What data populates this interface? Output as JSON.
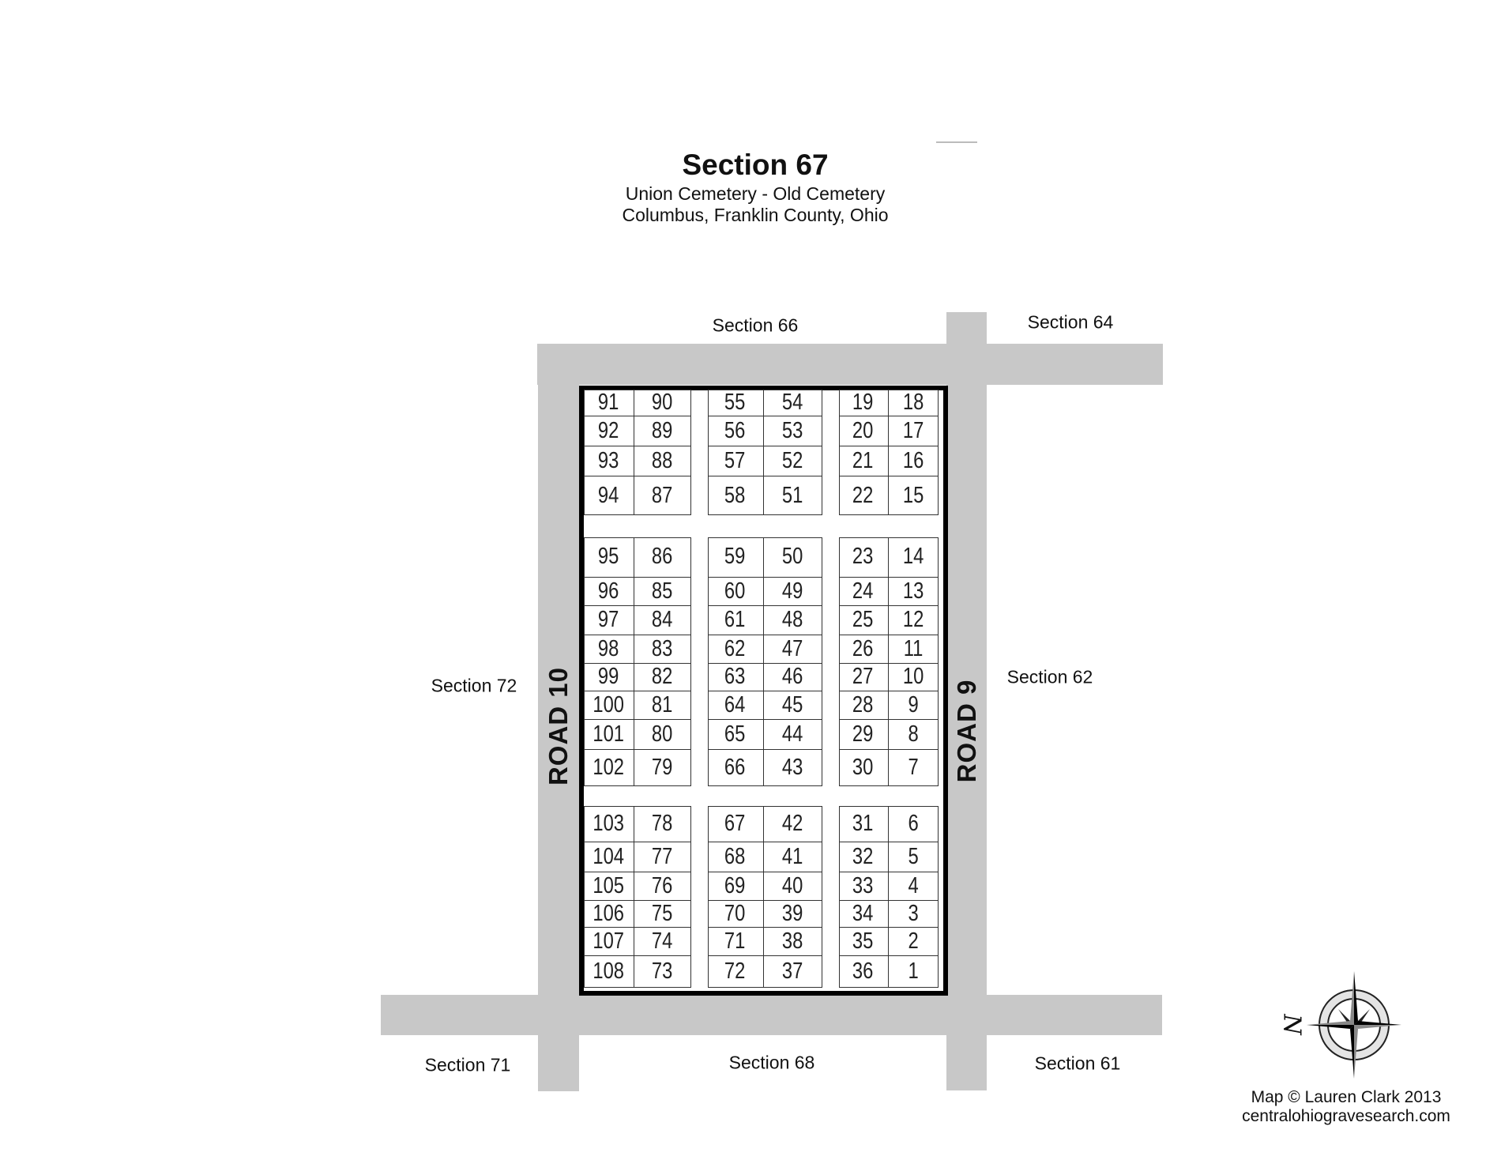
{
  "header": {
    "title": "Section 67",
    "subtitle_1": "Union Cemetery - Old Cemetery",
    "subtitle_2": "Columbus, Franklin County, Ohio"
  },
  "neighbors": {
    "north": "Section 66",
    "northeast": "Section 64",
    "west": "Section 72",
    "east": "Section 62",
    "southwest": "Section 71",
    "south": "Section 68",
    "southeast": "Section 61"
  },
  "roads": {
    "west": "ROAD 10",
    "east": "ROAD 9"
  },
  "plot_blocks": [
    {
      "rows": [
        [
          91,
          90,
          55,
          54,
          19,
          18
        ],
        [
          92,
          89,
          56,
          53,
          20,
          17
        ],
        [
          93,
          88,
          57,
          52,
          21,
          16
        ],
        [
          94,
          87,
          58,
          51,
          22,
          15
        ]
      ]
    },
    {
      "rows": [
        [
          95,
          86,
          59,
          50,
          23,
          14
        ],
        [
          96,
          85,
          60,
          49,
          24,
          13
        ],
        [
          97,
          84,
          61,
          48,
          25,
          12
        ],
        [
          98,
          83,
          62,
          47,
          26,
          11
        ],
        [
          99,
          82,
          63,
          46,
          27,
          10
        ],
        [
          100,
          81,
          64,
          45,
          28,
          9
        ],
        [
          101,
          80,
          65,
          44,
          29,
          8
        ],
        [
          102,
          79,
          66,
          43,
          30,
          7
        ]
      ]
    },
    {
      "rows": [
        [
          103,
          78,
          67,
          42,
          31,
          6
        ],
        [
          104,
          77,
          68,
          41,
          32,
          5
        ],
        [
          105,
          76,
          69,
          40,
          33,
          4
        ],
        [
          106,
          75,
          70,
          39,
          34,
          3
        ],
        [
          107,
          74,
          71,
          38,
          35,
          2
        ],
        [
          108,
          73,
          72,
          37,
          36,
          1
        ]
      ]
    }
  ],
  "compass": {
    "north_label": "N"
  },
  "credit": {
    "line_1": "Map © Lauren Clark 2013",
    "line_2": "centralohiogravesearch.com"
  },
  "colors": {
    "road": "#c8c8c8",
    "border": "#000000"
  }
}
